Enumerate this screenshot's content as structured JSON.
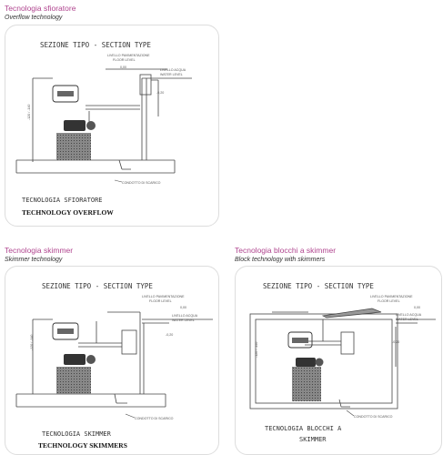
{
  "sections": [
    {
      "title": "Tecnologia sfioratore",
      "subtitle": "Overflow technology",
      "drawing": {
        "header": "SEZIONE TIPO  -  SECTION TYPE",
        "level_label_1": "LIVELLO PAVIMENTAZIONE",
        "level_label_2": "FLOOR LEVEL",
        "water_label_1": "LIVELLO ACQUA",
        "water_label_2": "WATER LEVEL",
        "dim_1": "0,00",
        "dim_2": "-0,20",
        "depth": "-120 / -140",
        "footer_label": "CONDOTTO DI SCARICO",
        "caption_line_1": "TECNOLOGIA SFIORATORE",
        "caption_line_2": "TECHNOLOGY OVERFLOW"
      }
    },
    {
      "title": "Tecnologia skimmer",
      "subtitle": "Skimmer technology",
      "drawing": {
        "header": "SEZIONE TIPO  -  SECTION TYPE",
        "level_label_1": "LIVELLO PAVIMENTAZIONE",
        "level_label_2": "FLOOR LEVEL",
        "water_label_1": "LIVELLO ACQUA",
        "water_label_2": "WATER LEVEL",
        "dim_1": "0,00",
        "dim_2": "-0,20",
        "depth": "-120 / -140",
        "footer_label": "CONDOTTO DI SCARICO",
        "caption_line_1": "TECNOLOGIA SKIMMER",
        "caption_line_2": "TECHNOLOGY SKIMMERS"
      }
    },
    {
      "title": "Tecnologia blocchi a skimmer",
      "subtitle": "Block technology with skimmers",
      "drawing": {
        "header": "SEZIONE TIPO  -  SECTION TYPE",
        "level_label_1": "LIVELLO PAVIMENTAZIONE",
        "level_label_2": "FLOOR LEVEL",
        "water_label_1": "LIVELLO ACQUA",
        "water_label_2": "WATER LEVEL",
        "dim_1": "0,00",
        "dim_2": "-0,20",
        "depth": "-120 / -140",
        "footer_label": "CONDOTTO DI SCARICO",
        "caption_line_1": "TECNOLOGIA BLOCCHI A",
        "caption_line_2": "SKIMMER"
      }
    }
  ]
}
